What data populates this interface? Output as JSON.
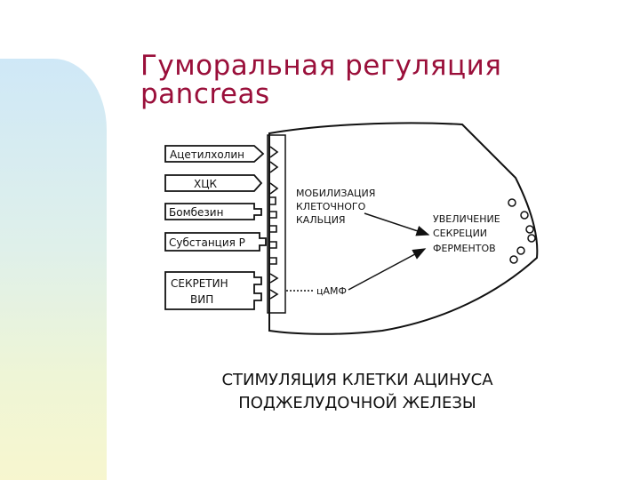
{
  "title": {
    "line1": "Гуморальная регуляция",
    "line2": "pancreas"
  },
  "diagram": {
    "receptors": [
      "Ацетилхолин",
      "ХЦК",
      "Бомбезин",
      "Субстанция Р"
    ],
    "secretin_line1": "СЕКРЕТИН",
    "secretin_line2": "ВИП",
    "calcium_line1": "МОБИЛИЗАЦИЯ",
    "calcium_line2": "КЛЕТОЧНОГО",
    "calcium_line3": "КАЛЬЦИЯ",
    "camp": "цАМФ",
    "result_line1": "УВЕЛИЧЕНИЕ",
    "result_line2": "СЕКРЕЦИИ",
    "result_line3": "ФЕРМЕНТОВ",
    "caption_line1": "СТИМУЛЯЦИЯ КЛЕТКИ АЦИНУСА",
    "caption_line2": "ПОДЖЕЛУДОЧНОЙ ЖЕЛЕЗЫ"
  },
  "colors": {
    "title": "#9a0f3a",
    "ink": "#111111"
  }
}
